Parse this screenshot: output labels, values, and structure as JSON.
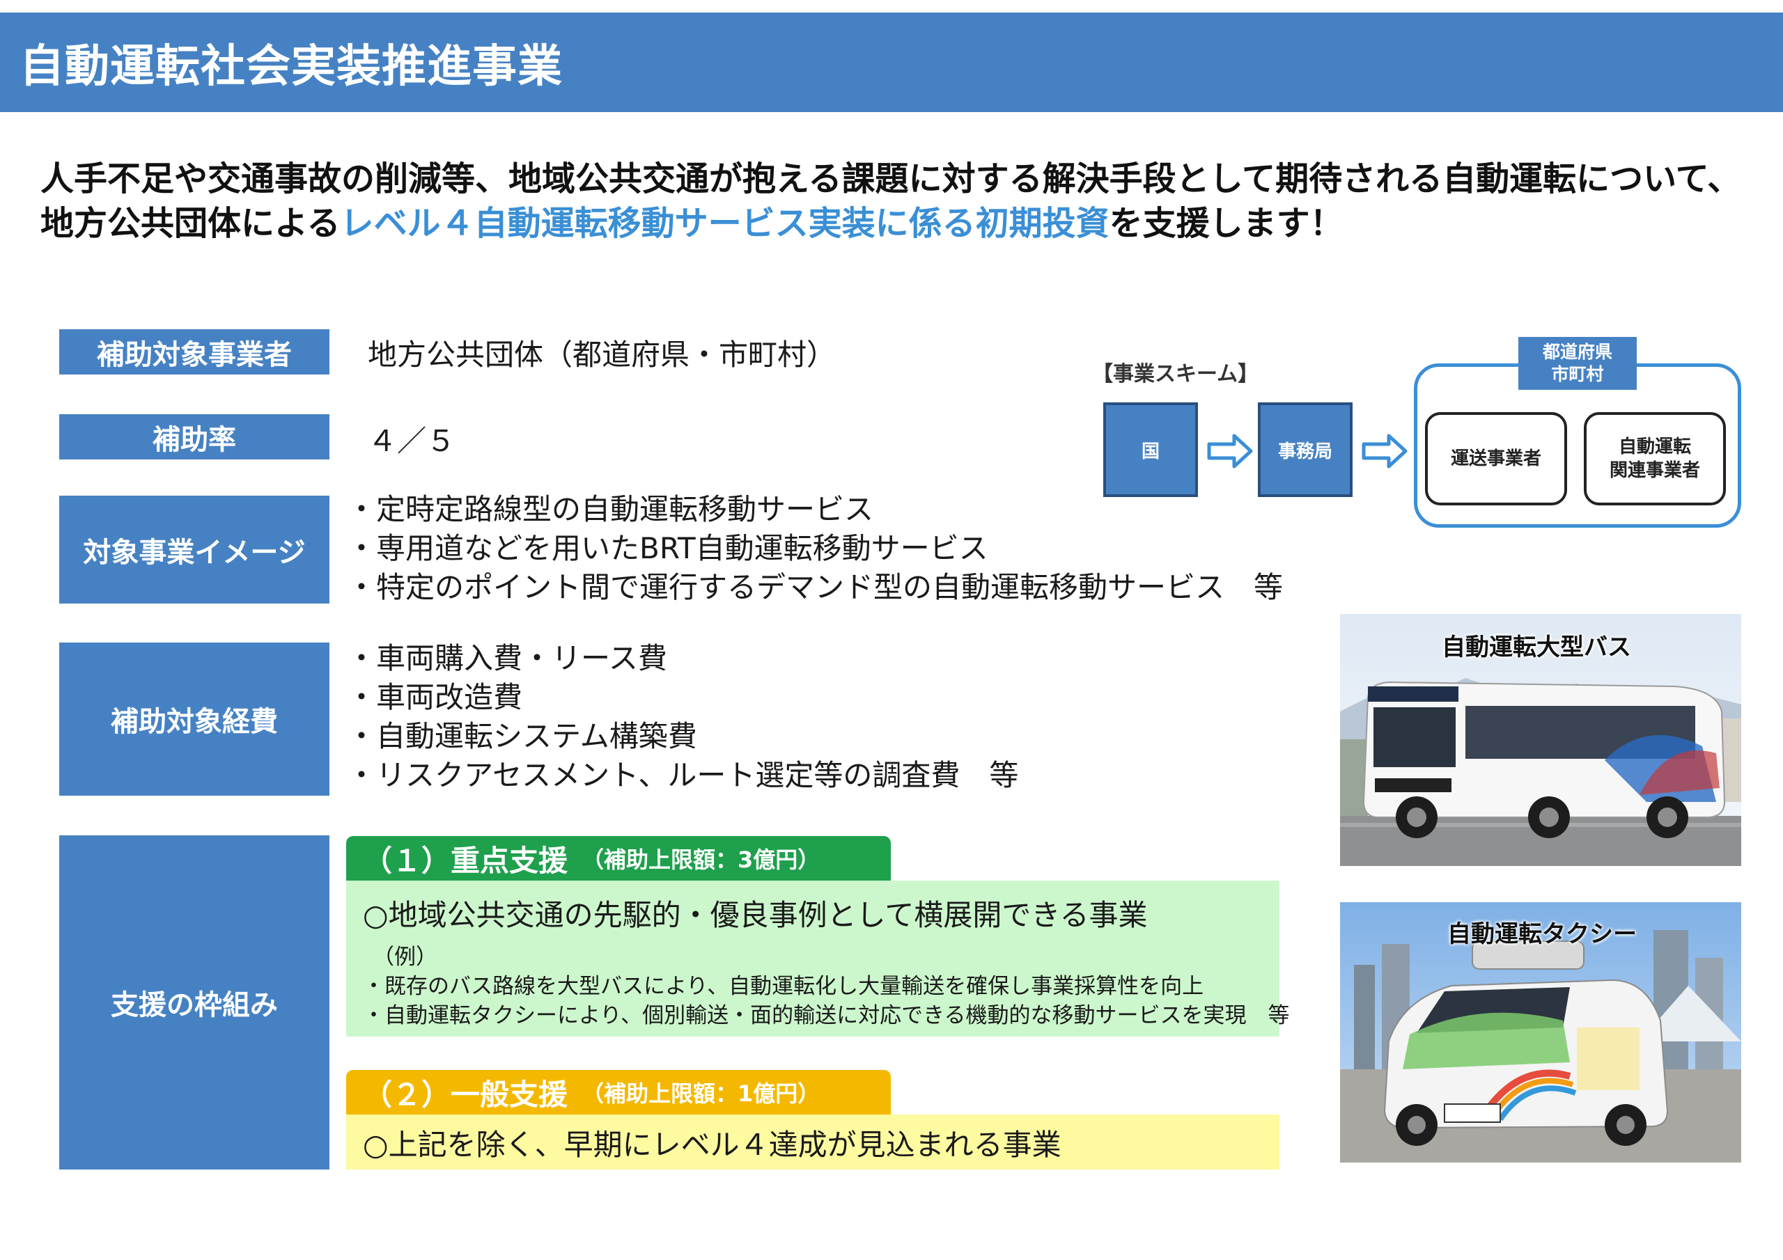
{
  "header": {
    "title": "自動運転社会実装推進事業"
  },
  "intro": {
    "line1": "人手不足や交通事故の削減等、地域公共交通が抱える課題に対する解決手段として期待される自動運転について、",
    "line2_pre": "地方公共団体による",
    "line2_highlight": "レベル４自動運転移動サービス実装に係る初期投資",
    "line2_post": "を支援します！"
  },
  "rows": {
    "recipient": {
      "label": "補助対象事業者",
      "value": "地方公共団体（都道府県・市町村）"
    },
    "rate": {
      "label": "補助率",
      "value": "４／５"
    },
    "image": {
      "label": "対象事業イメージ",
      "items": [
        "・定時定路線型の自動運転移動サービス",
        "・専用道などを用いたBRT自動運転移動サービス",
        "・特定のポイント間で運行するデマンド型の自動運転移動サービス　等"
      ]
    },
    "expenses": {
      "label": "補助対象経費",
      "items": [
        "・車両購入費・リース費",
        "・車両改造費",
        "・自動運転システム構築費",
        "・リスクアセスメント、ルート選定等の調査費　等"
      ]
    },
    "framework": {
      "label": "支援の枠組み"
    }
  },
  "support": {
    "priority": {
      "title": "（１）重点支援",
      "limit": "（補助上限額：3億円）",
      "headline": "○地域公共交通の先駆的・優良事例として横展開できる事業",
      "example_label": "（例）",
      "examples": [
        "・既存のバス路線を大型バスにより、自動運転化し大量輸送を確保し事業採算性を向上",
        "・自動運転タクシーにより、個別輸送・面的輸送に対応できる機動的な移動サービスを実現　等"
      ]
    },
    "general": {
      "title": "（２）一般支援",
      "limit": "（補助上限額：1億円）",
      "headline": "○上記を除く、早期にレベル４達成が見込まれる事業"
    }
  },
  "scheme": {
    "title": "【事業スキーム】",
    "country": "国",
    "office": "事務局",
    "group_tag_line1": "都道府県",
    "group_tag_line2": "市町村",
    "operator": "運送事業者",
    "related_line1": "自動運転",
    "related_line2": "関連事業者"
  },
  "photos": {
    "bus_caption": "自動運転大型バス",
    "taxi_caption": "自動運転タクシー"
  },
  "colors": {
    "brand_blue": "#4682c3",
    "highlight_blue": "#3a8fd6",
    "green_tab": "#1ea04c",
    "green_panel": "#ccf7cc",
    "yellow_tab": "#f5b800",
    "yellow_panel": "#fdfaa0"
  }
}
